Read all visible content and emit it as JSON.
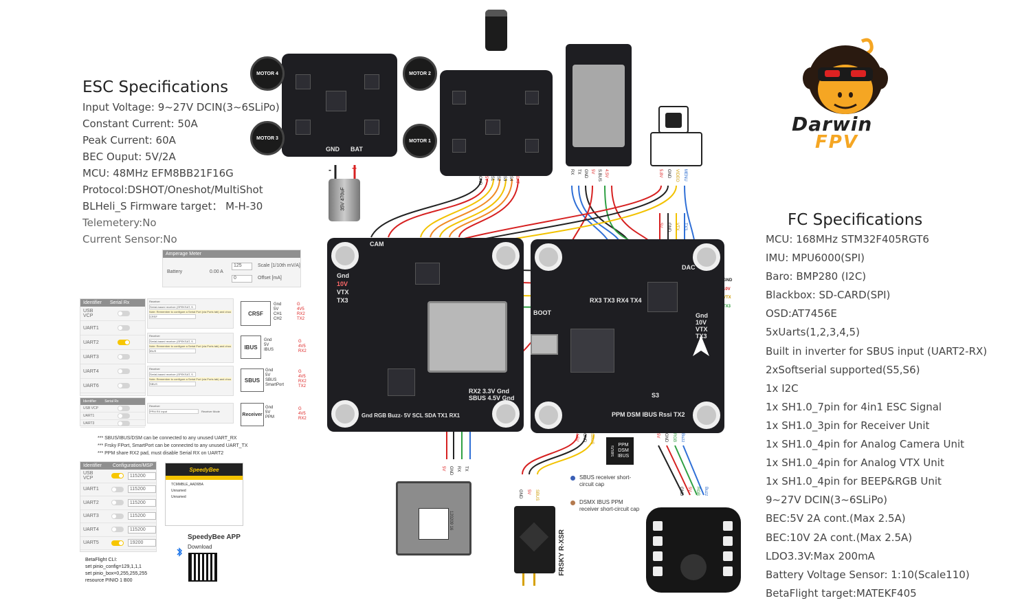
{
  "esc_specs": {
    "title": "ESC Specifications",
    "lines": [
      "Input Voltage: 9~27V DCIN(3~6SLiPo)",
      "Constant Current: 50A",
      "Peak Current: 60A",
      "BEC Ouput: 5V/2A",
      "MCU: 48MHz EFM8BB21F16G",
      "Protocol:DSHOT/Oneshot/MultiShot",
      "BLHeli_S Firmware target： M-H-30",
      "Telemetery:No",
      "Current Sensor:No"
    ]
  },
  "fc_specs": {
    "title": "FC Specifications",
    "lines": [
      "MCU: 168MHz STM32F405RGT6",
      "IMU: MPU6000(SPI)",
      "Baro: BMP280 (I2C)",
      "Blackbox: SD-CARD(SPI)",
      "OSD:AT7456E",
      "5xUarts(1,2,3,4,5)",
      "Built in inverter for SBUS input (UART2-RX)",
      "2xSoftserial supported(S5,S6)",
      "1x I2C",
      "1x SH1.0_7pin for 4in1 ESC Signal",
      "1x SH1.0_3pin for Receiver Unit",
      "1x SH1.0_4pin for Analog Camera Unit",
      "1x SH1.0_4pin for Analog VTX Unit",
      "1x SH1.0_4pin for BEEP&RGB Unit",
      "9~27V DCIN(3~6SLiPo)",
      "BEC:5V 2A cont.(Max 2.5A)",
      "BEC:10V 2A cont.(Max 2.5A)",
      "LDO3.3V:Max 200mA",
      "Battery Voltage Sensor: 1:10(Scale110)",
      "BetaFlight target:MATEKF405"
    ]
  },
  "brand": {
    "line1": "Darwin",
    "line2": "FPV",
    "accent": "#f5a623"
  },
  "motors": {
    "m4": "MOTOR 4",
    "m2": "MOTOR 2",
    "m3": "MOTOR 3",
    "m1": "MOTOR 1"
  },
  "esc_labels": {
    "gnd": "GND",
    "bat": "BAT",
    "cap": "35V 470uF",
    "minus": "-",
    "plus": "+"
  },
  "esc_harness": [
    "GND",
    "5V",
    "S1",
    "S2",
    "S3",
    "S4",
    "BAT"
  ],
  "rx_top_harness": [
    "RX",
    "TX",
    "GND",
    "5V",
    "S.BUS",
    "4.5V"
  ],
  "cam_harness": [
    "5.8V",
    "GND",
    "VIDEO",
    "MENU"
  ],
  "vtx_harness": [
    "5V",
    "GND",
    "VTX",
    "TX3"
  ],
  "vtx_side_labels": [
    "GND",
    "10V",
    "VTX",
    "TX3"
  ],
  "fc_left_labels": {
    "gnd": "Gnd",
    "v10": "10V",
    "vtx": "VTX",
    "tx3": "TX3",
    "cam": "CAM",
    "bottom": "RX2  3.3V Gnd",
    "bottom2": "SBUS 4.5V Gnd",
    "row": "Gnd  RGB  Buzz-  5V  SCL  SDA  TX1  RX1"
  },
  "fc_right_labels": {
    "top": "RX3 TX3 RX4 TX4",
    "boot": "BOOT",
    "dac": "DAC",
    "side": "Gnd 10V VTX TX3",
    "bottom": "PPM DSM IBUS  Rssi TX2",
    "s3": "S3"
  },
  "amperage_meter": {
    "title": "Amperage Meter",
    "battery_label": "Battery",
    "battery_value": "0.00 A",
    "scale_value": "125",
    "scale_label": "Scale [1/10th mV/A]",
    "offset_value": "0",
    "offset_label": "Offset [mA]"
  },
  "ports_table": {
    "col1": "Identifier",
    "col2": "Serial Rx",
    "rows": [
      "USB VCP",
      "UART1",
      "UART2",
      "UART3",
      "UART4",
      "UART6"
    ],
    "mini_rows": [
      "USB VCP",
      "UART1",
      "UART3"
    ]
  },
  "receivers": [
    {
      "name": "CRSF",
      "pins": [
        "Gnd",
        "5V",
        "CH1",
        "CH2"
      ],
      "fc": [
        "G",
        "4V5",
        "RX2",
        "TX2"
      ]
    },
    {
      "name": "IBUS",
      "pins": [
        "Gnd",
        "5V",
        "IBUS"
      ],
      "fc": [
        "G",
        "4V5",
        "RX2"
      ]
    },
    {
      "name": "SBUS",
      "pins": [
        "Gnd",
        "5V",
        "SBUS",
        "SmartPort"
      ],
      "fc": [
        "G",
        "4V5",
        "RX2",
        "TX2"
      ]
    },
    {
      "name": "Receiver",
      "pins": [
        "Gnd",
        "5V",
        "PPM"
      ],
      "fc": [
        "G",
        "4V5",
        "RX2"
      ]
    }
  ],
  "rx_config": {
    "receiver_label": "Receiver",
    "mode_label": "Receiver Mode",
    "serial_option": "Serial-based receiver (SPEKSAT, S",
    "note": "Note: Remember to configure a Serial Port (via Ports tab) and choo",
    "provider_label": "Serial Receiver Provider",
    "providers": [
      "CRSF",
      "IBUS",
      "SBUS"
    ],
    "ppm_option": "PPM RX input"
  },
  "notes": [
    "*** SBUS/IBUS/DSM can be connected to any unused UART_RX",
    "*** Frsky FPort, SmartPort can be connected to any unused UART_TX",
    "*** PPM share RX2 pad, must disable Serial RX on UART2"
  ],
  "msp_table": {
    "col1": "Identifier",
    "col2": "Configuration/MSP",
    "rows": [
      {
        "id": "USB VCP",
        "on": true,
        "baud": "115200"
      },
      {
        "id": "UART1",
        "on": false,
        "baud": "115200"
      },
      {
        "id": "UART2",
        "on": false,
        "baud": "115200"
      },
      {
        "id": "UART3",
        "on": false,
        "baud": "115200"
      },
      {
        "id": "UART4",
        "on": false,
        "baud": "115200"
      },
      {
        "id": "UART5",
        "on": true,
        "baud": "19200"
      }
    ]
  },
  "app": {
    "header": "SpeedyBee",
    "device1": "TCMMBLE_AAD6BA",
    "device2": "Unnamed",
    "device3": "Unnamed",
    "title": "SpeedyBee APP",
    "download": "Download"
  },
  "cli": {
    "title": "BetaFlight CLI:",
    "lines": [
      "set pinio_config=129,1,1,1",
      "set pinio_box=0,255,255,255",
      "resource PINIO 1 B00"
    ]
  },
  "rx_bottom_harness": [
    "5V",
    "GND",
    "RX",
    "TX"
  ],
  "frsky_harness": [
    "GND",
    "5V",
    "SBUS"
  ],
  "frsky_label": "FRSKY R-XSR",
  "sbus_pad_harness": [
    "4.5V",
    "GND",
    "SBUS"
  ],
  "rgb_harness": [
    "5V",
    "GND",
    "RGB",
    "Buzz"
  ],
  "rgb_wires": [
    "GND",
    "5V",
    "RGB",
    "Buzz"
  ],
  "legend": {
    "sbus_note": "SBUS receiver short-circuit cap",
    "dsmx_note": "DSMX IBUS PPM receiver short-circuit cap",
    "sbus_color": "#3a5fb5",
    "dsmx_color": "#b47a4f"
  },
  "cap_labels": {
    "sbus": "SBUS",
    "ppm": "PPM",
    "dsm": "DSM",
    "ibus": "IBUS"
  },
  "rx_module_label": "120209 16",
  "wire_colors": {
    "red": "#d62020",
    "black": "#222222",
    "yellow": "#f2c200",
    "blue": "#2f6fd6",
    "green": "#2ea043",
    "orange": "#f08a24",
    "white": "#e8e8e8",
    "purple": "#8855cc"
  }
}
